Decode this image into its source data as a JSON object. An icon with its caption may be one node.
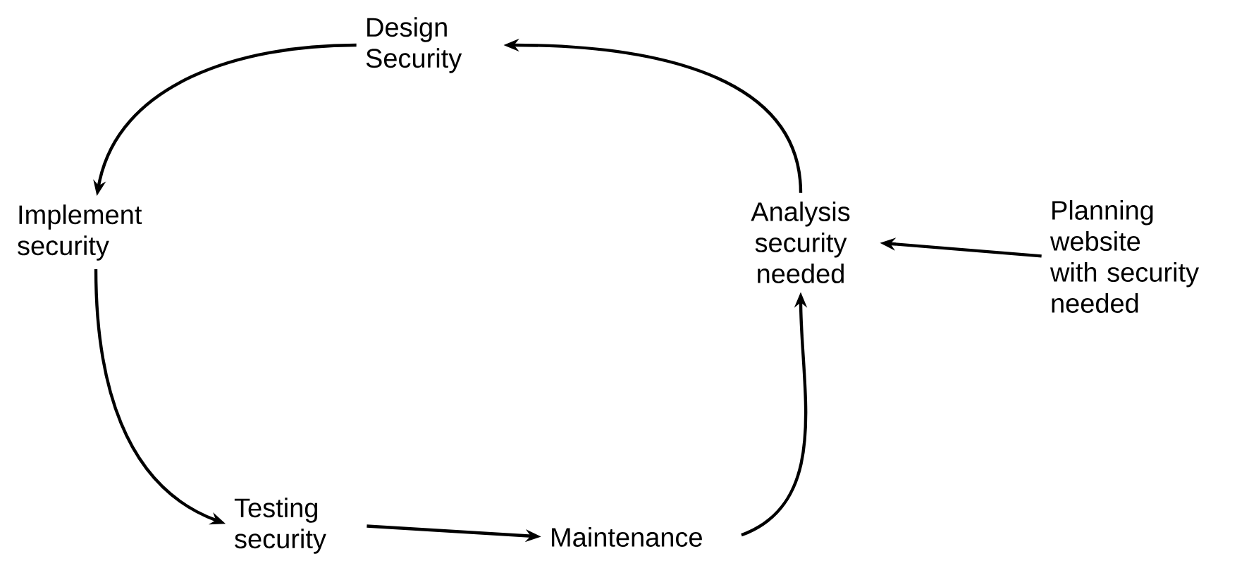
{
  "diagram": {
    "nodes": [
      {
        "text": [
          "Design Security"
        ]
      },
      {
        "text": [
          "Implement security"
        ]
      },
      {
        "text": [
          "Testing security"
        ]
      },
      {
        "text": [
          "Maintenance"
        ]
      },
      {
        "text": [
          "Analysis security needed"
        ]
      },
      {
        "text": [
          "Planning website with security needed"
        ]
      }
    ],
    "edges": [
      {
        "from": 4,
        "to": 0,
        "arrow": "to"
      },
      {
        "from": 0,
        "to": 1,
        "arrow": "to"
      },
      {
        "from": 1,
        "to": 2,
        "arrow": "to"
      },
      {
        "from": 2,
        "to": 3,
        "arrow": "to"
      },
      {
        "from": 3,
        "to": 4,
        "arrow": "to"
      },
      {
        "from": 5,
        "to": 4,
        "arrow": "to"
      }
    ]
  }
}
